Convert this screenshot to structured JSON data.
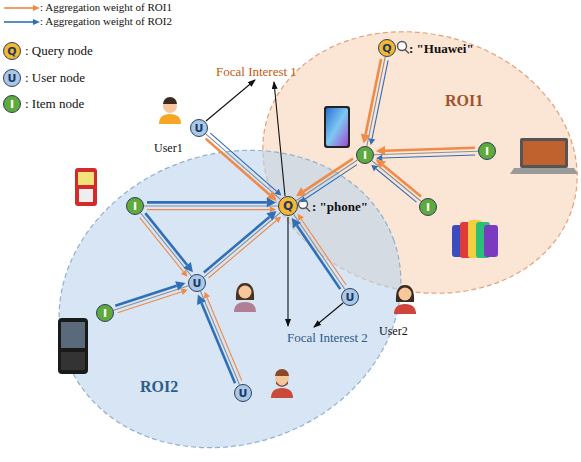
{
  "diagram": {
    "nodes": [
      {
        "text": [
          "ROI1"
        ]
      },
      {
        "text": [
          "Q",
          ": \"Huawei\""
        ],
        "in": 0
      },
      {
        "text": [
          "U",
          "User1"
        ]
      },
      {
        "text": [
          "Q",
          ": \"phone\""
        ]
      },
      {
        "text": [
          "I"
        ],
        "in": 0
      },
      {
        "text": [
          "I"
        ],
        "in": 0
      },
      {
        "text": [
          "I"
        ],
        "in": 0
      },
      {
        "text": [
          "ROI2"
        ]
      },
      {
        "text": [
          "I"
        ],
        "in": 7
      },
      {
        "text": [
          "U"
        ],
        "in": 7
      },
      {
        "text": [
          "U",
          "User2"
        ],
        "in": 7
      },
      {
        "text": [
          "I"
        ],
        "in": 7
      },
      {
        "text": [
          "U"
        ],
        "in": 7
      }
    ],
    "edges": [
      {
        "from": 1,
        "to": 4,
        "arrow": "to"
      },
      {
        "from": 5,
        "to": 4,
        "arrow": "to"
      },
      {
        "from": 6,
        "to": 4,
        "arrow": "to"
      },
      {
        "from": 4,
        "to": 3,
        "arrow": "to"
      },
      {
        "from": 2,
        "to": 3,
        "arrow": "to"
      },
      {
        "from": 8,
        "to": 3,
        "arrow": "to"
      },
      {
        "from": 9,
        "to": 3,
        "arrow": "to"
      },
      {
        "from": 10,
        "to": 3,
        "arrow": "to"
      },
      {
        "from": 8,
        "to": 9,
        "arrow": "to"
      },
      {
        "from": 11,
        "to": 9,
        "arrow": "to"
      },
      {
        "from": 12,
        "to": 9,
        "arrow": "to"
      }
    ],
    "labels": [
      "Focal Interest 1",
      "Focal Interest 2",
      "Q",
      "U",
      "I"
    ],
    "legend": [
      {
        "text": ": Aggregation weight of ROI1"
      },
      {
        "text": ": Aggregation weight of ROI2"
      },
      {
        "text": ": Query node"
      },
      {
        "text": ": User node"
      },
      {
        "text": ": Item node"
      }
    ]
  }
}
